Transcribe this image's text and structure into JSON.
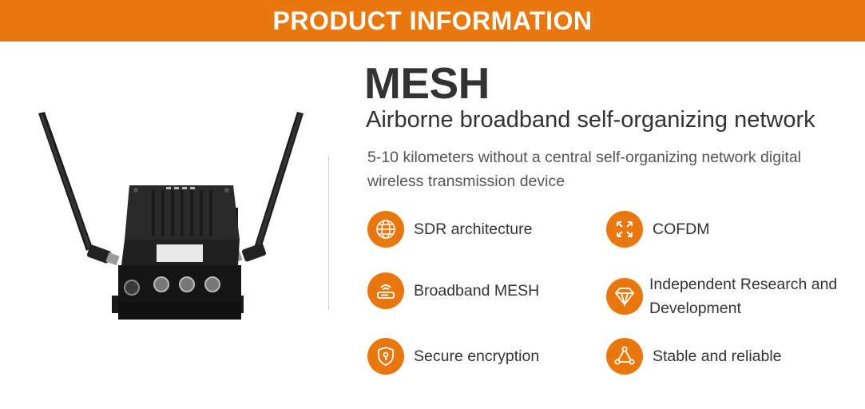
{
  "banner": {
    "title": "PRODUCT INFORMATION"
  },
  "product": {
    "name": "MESH",
    "subtitle": "Airborne broadband self-organizing network",
    "description": "5-10 kilometers without a central self-organizing network digital wireless transmission device"
  },
  "features": [
    {
      "label": "SDR architecture",
      "icon": "globe-icon"
    },
    {
      "label": "COFDM",
      "icon": "arrows-expand-icon"
    },
    {
      "label": "Broadband MESH",
      "icon": "router-icon"
    },
    {
      "label": "Independent Research and Development",
      "icon": "diamond-icon"
    },
    {
      "label": "Secure encryption",
      "icon": "shield-icon"
    },
    {
      "label": "Stable and reliable",
      "icon": "triangle-network-icon"
    }
  ],
  "colors": {
    "accent": "#e8770e",
    "text": "#333333",
    "muted": "#555555"
  }
}
